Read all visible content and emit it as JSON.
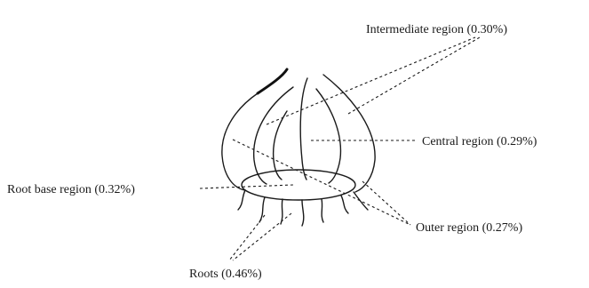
{
  "labels": {
    "intermediate": "Intermediate region (0.30%)",
    "central": "Central region (0.29%)",
    "root_base": "Root base region (0.32%)",
    "outer": "Outer region (0.27%)",
    "roots": "Roots (0.46%)"
  },
  "colors": {
    "ink": "#1a1a1a",
    "background": "#ffffff"
  }
}
